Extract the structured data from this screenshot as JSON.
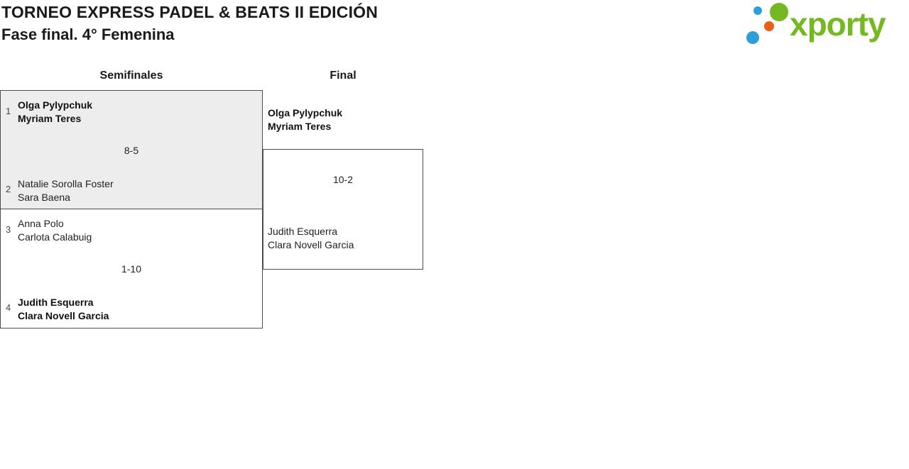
{
  "header": {
    "title": "TORNEO EXPRESS PADEL & BEATS II EDICIÓN",
    "subtitle": "Fase final. 4° Femenina"
  },
  "logo": {
    "text": "xporty"
  },
  "colors": {
    "logo_green": "#76b821",
    "logo_blue": "#2d9fd8",
    "logo_orange": "#e8611a",
    "highlight_bg": "#ededed",
    "box_border": "#4d4d4d"
  },
  "bracket": {
    "rounds": [
      {
        "label": "Semifinales"
      },
      {
        "label": "Final"
      }
    ],
    "semifinals": [
      {
        "seed_top": "1",
        "team_top": {
          "player1": "Olga Pylypchuk",
          "player2": "Myriam Teres",
          "winner": true
        },
        "score": "8-5",
        "seed_bottom": "2",
        "team_bottom": {
          "player1": "Natalie Sorolla Foster",
          "player2": "Sara Baena",
          "winner": false
        },
        "highlighted": true
      },
      {
        "seed_top": "3",
        "team_top": {
          "player1": "Anna Polo",
          "player2": "Carlota Calabuig",
          "winner": false
        },
        "score": "1-10",
        "seed_bottom": "4",
        "team_bottom": {
          "player1": "Judith Esquerra",
          "player2": "Clara Novell Garcia",
          "winner": true
        },
        "highlighted": false
      }
    ],
    "final": {
      "team_top": {
        "player1": "Olga Pylypchuk",
        "player2": "Myriam Teres",
        "winner": true
      },
      "score": "10-2",
      "team_bottom": {
        "player1": "Judith Esquerra",
        "player2": "Clara Novell Garcia",
        "winner": false
      }
    }
  }
}
